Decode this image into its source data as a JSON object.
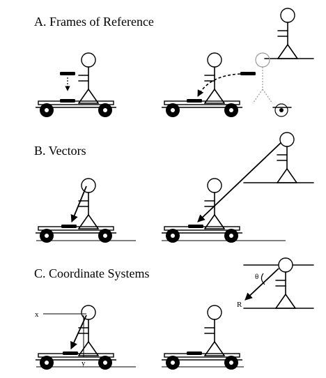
{
  "sections": {
    "a": {
      "title": "A.  Frames of Reference"
    },
    "b": {
      "title": "B.  Vectors"
    },
    "c": {
      "title": "C.  Coordinate Systems"
    }
  },
  "labels": {
    "theta": "θ",
    "r": "R",
    "x": "x",
    "y": "y"
  }
}
